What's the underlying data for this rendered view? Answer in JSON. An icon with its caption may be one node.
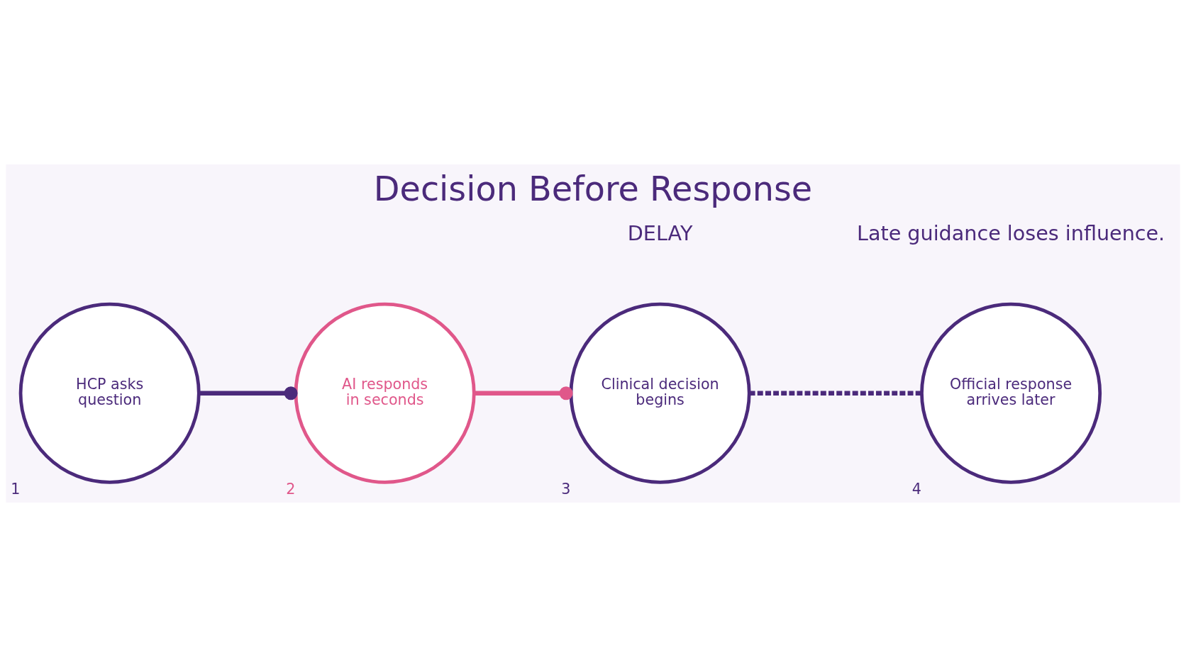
{
  "diagram": {
    "title": "Decision Before Response",
    "nodes": [
      {
        "text": [
          "HCP asks question"
        ],
        "beside": [
          "1"
        ]
      },
      {
        "text": [
          "AI responds in seconds"
        ],
        "beside": [
          "2"
        ]
      },
      {
        "text": [
          "Clinical decision begins"
        ],
        "beside": [
          "3"
        ]
      },
      {
        "text": [
          "Official response arrives later"
        ],
        "beside": [
          "4"
        ]
      }
    ],
    "edges": [
      {
        "from": 0,
        "to": 1,
        "arrow": "other"
      },
      {
        "from": 1,
        "to": 2,
        "arrow": "other",
        "color": "#e0578a"
      },
      {
        "from": 2,
        "to": 3,
        "arrow": "none",
        "style": "dashed"
      }
    ],
    "labels": [
      "DELAY",
      "Late guidance loses influence."
    ]
  }
}
